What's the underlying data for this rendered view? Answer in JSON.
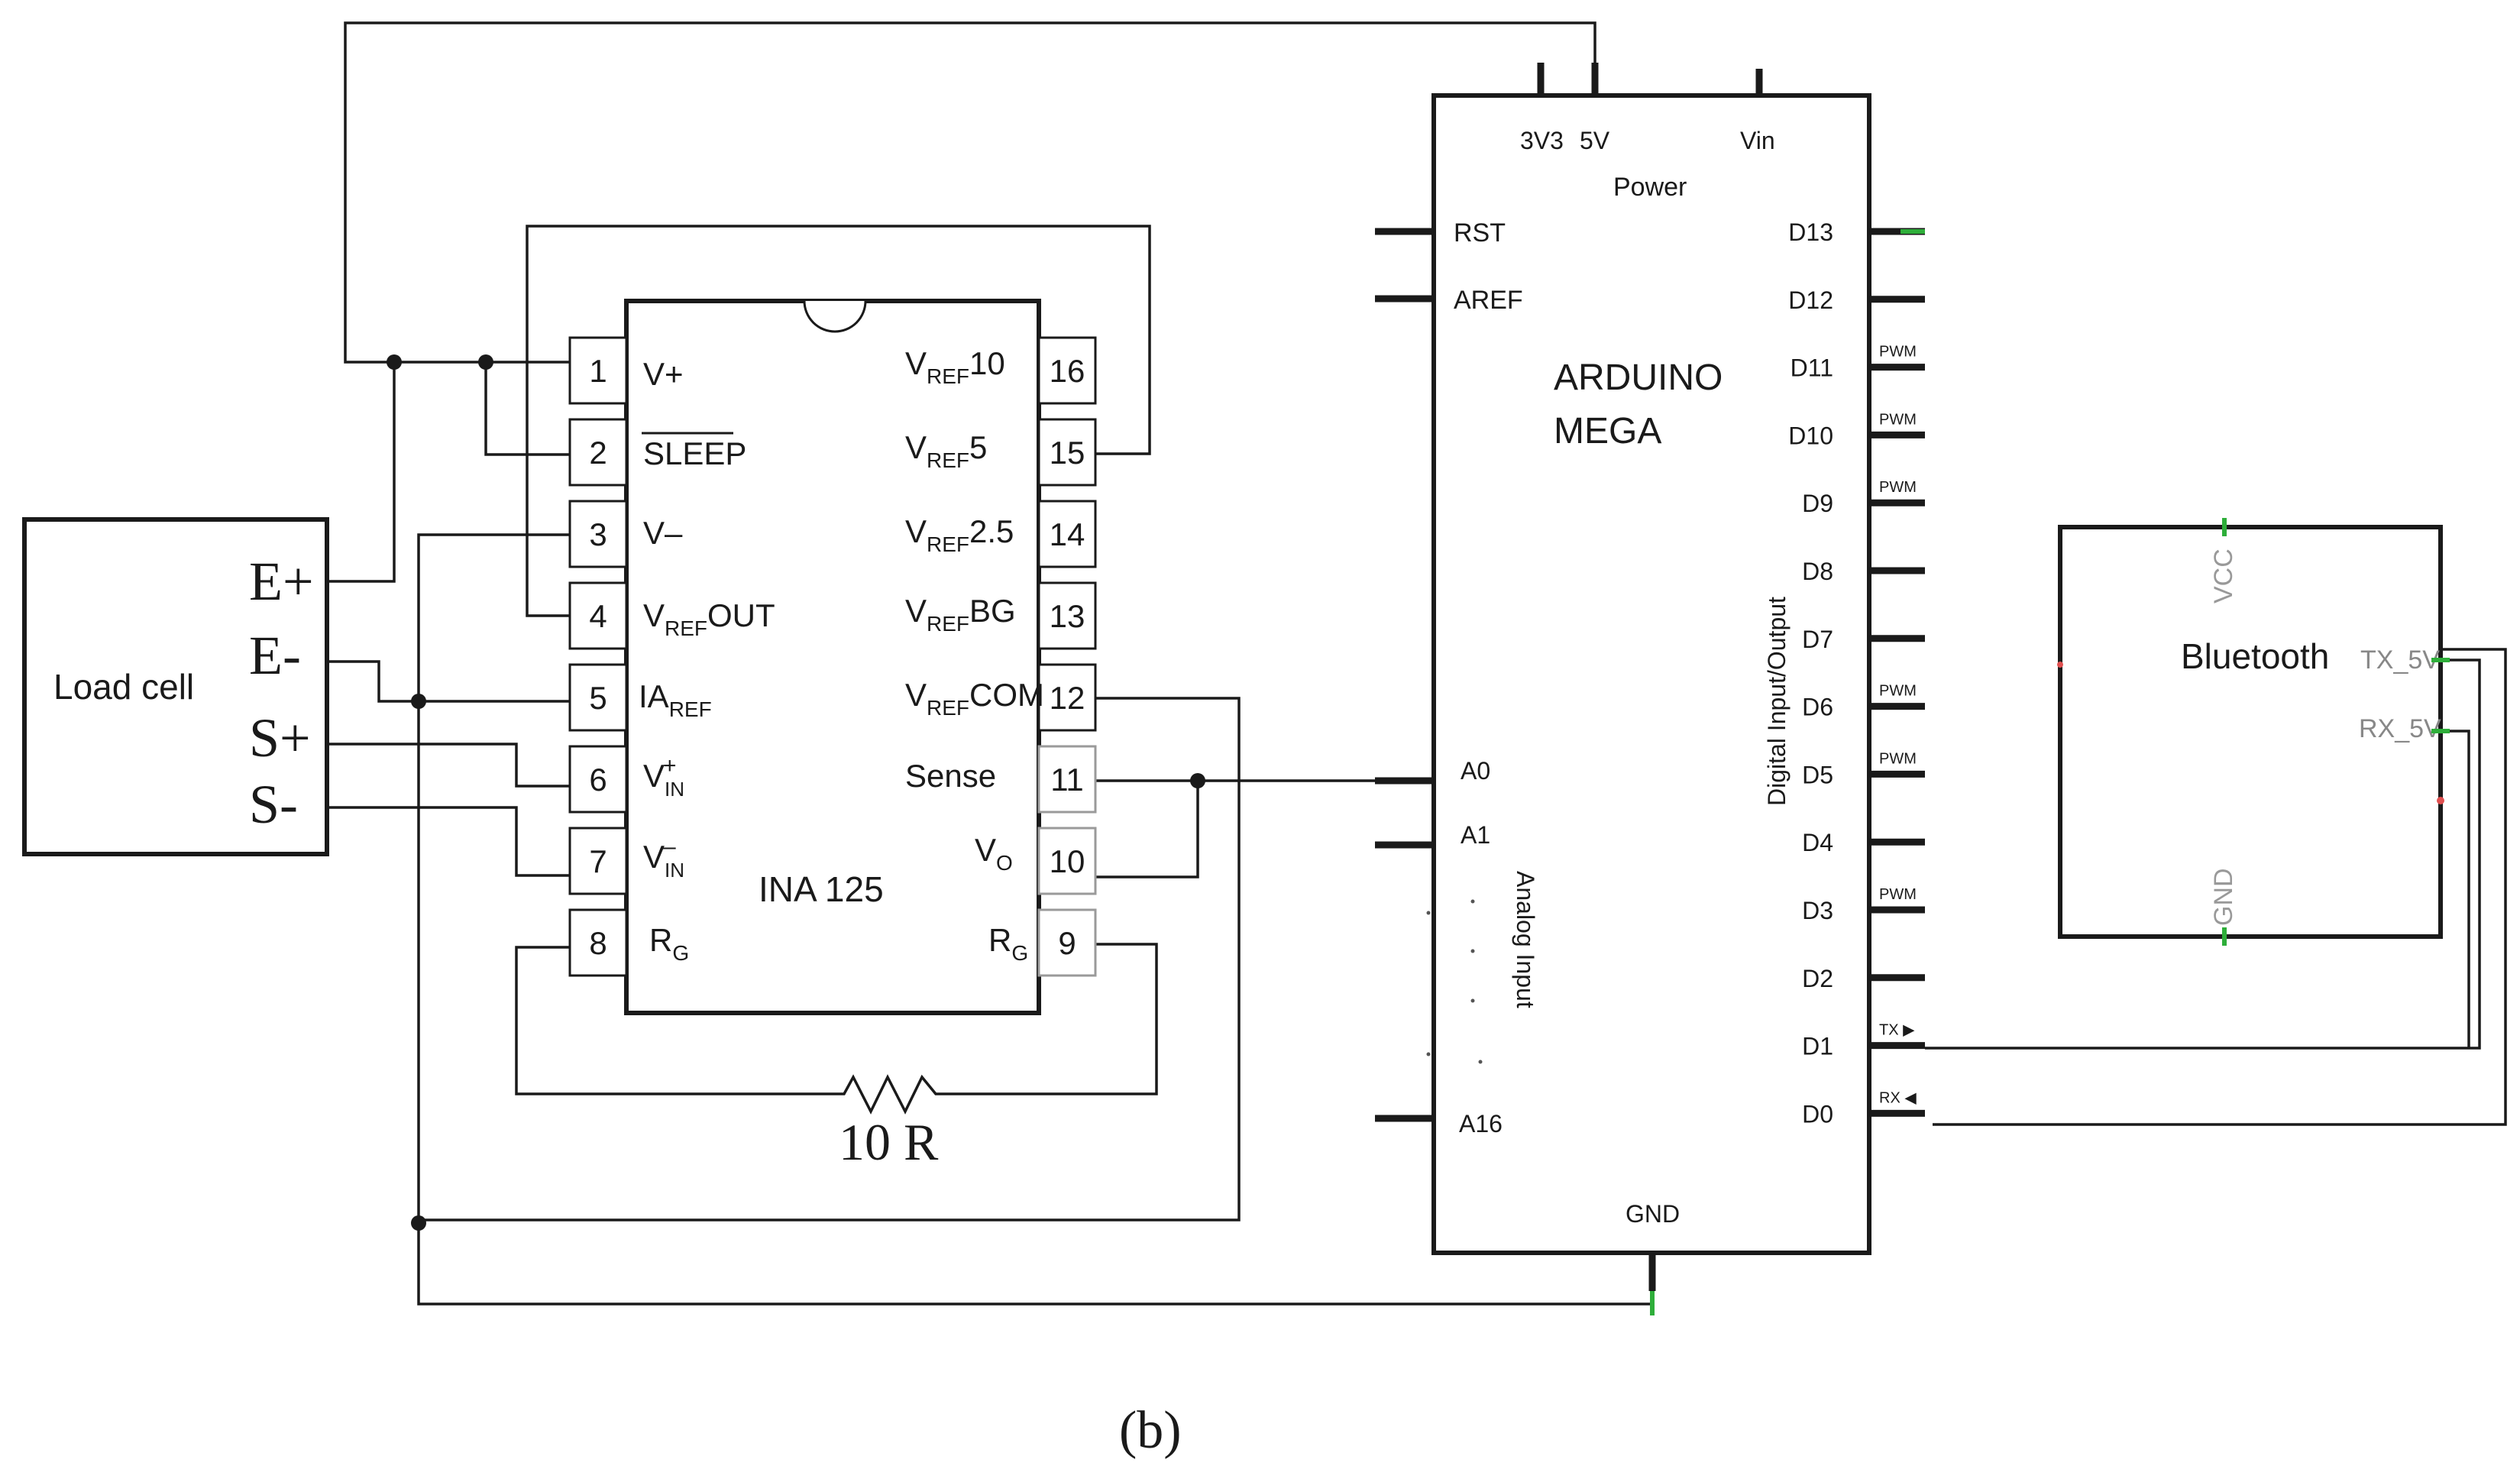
{
  "load_cell": {
    "title": "Load cell",
    "terminals": [
      "E+",
      "E-",
      "S+",
      "S-"
    ]
  },
  "ina125": {
    "name": "INA 125",
    "pins": [
      {
        "num": "1",
        "label": "V+"
      },
      {
        "num": "2",
        "label": "SLEEP"
      },
      {
        "num": "3",
        "label": "V–"
      },
      {
        "num": "4",
        "label": "VREFOUT"
      },
      {
        "num": "5",
        "label": "IAREF"
      },
      {
        "num": "6",
        "label": "VIN+"
      },
      {
        "num": "7",
        "label": "VIN–"
      },
      {
        "num": "8",
        "label": "RG"
      },
      {
        "num": "9",
        "label": "RG"
      },
      {
        "num": "10",
        "label": "VO"
      },
      {
        "num": "11",
        "label": "Sense"
      },
      {
        "num": "12",
        "label": "VREFCOM"
      },
      {
        "num": "13",
        "label": "VREFBG"
      },
      {
        "num": "14",
        "label": "VREF2.5"
      },
      {
        "num": "15",
        "label": "VREF5"
      },
      {
        "num": "16",
        "label": "VREF10"
      }
    ]
  },
  "resistor": {
    "label": "10 R"
  },
  "arduino": {
    "name_line1": "ARDUINO",
    "name_line2": "MEGA",
    "power_label": "Power",
    "power_pins": [
      "3V3",
      "5V",
      "Vin"
    ],
    "left_pins": [
      "RST",
      "AREF",
      "A0",
      "A1",
      "A16"
    ],
    "analog_label": "Analog Input",
    "digital_label": "Digital Input/Output",
    "digital_pins": [
      "D13",
      "D12",
      "D11",
      "D10",
      "D9",
      "D8",
      "D7",
      "D6",
      "D5",
      "D4",
      "D3",
      "D2",
      "D1",
      "D0"
    ],
    "pwm_label": "PWM",
    "tx_label": "TX",
    "rx_label": "RX",
    "gnd_label": "GND"
  },
  "bluetooth": {
    "title": "Bluetooth",
    "vcc": "VCC",
    "gnd": "GND",
    "tx": "TX_5V",
    "rx": "RX_5V"
  },
  "caption": "(b)"
}
